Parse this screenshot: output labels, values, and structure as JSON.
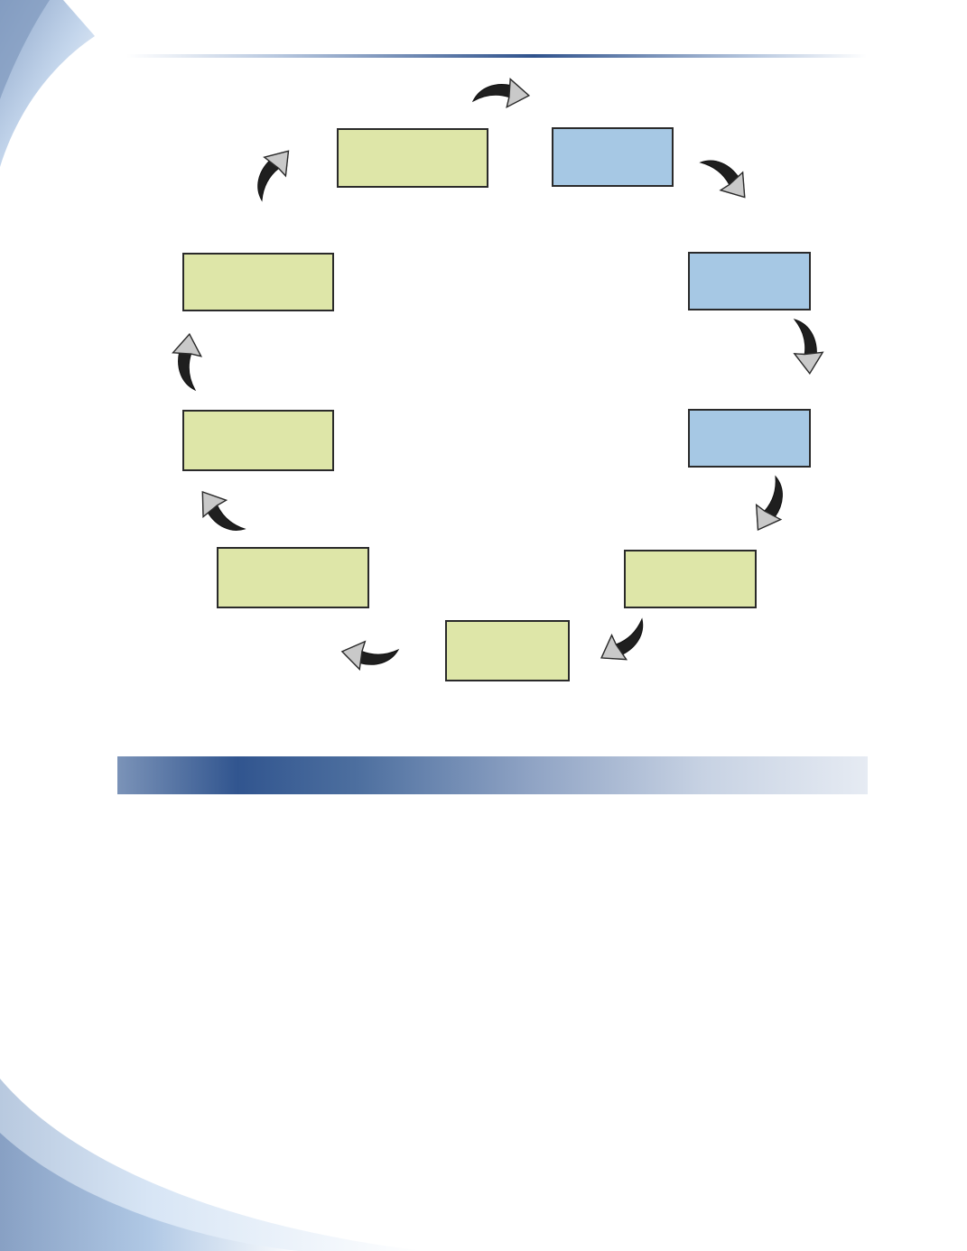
{
  "colors": {
    "box_green": "#dee6a8",
    "box_blue": "#a6c8e4",
    "arrow_body": "#1f1f1f",
    "arrow_head": "#c9c9c9",
    "accent_blue": "#2f528c",
    "swoosh_light": "#cfe0f3"
  },
  "diagram": {
    "boxes": [
      {
        "id": "box-1",
        "label": "",
        "fill": "green"
      },
      {
        "id": "box-2",
        "label": "",
        "fill": "blue"
      },
      {
        "id": "box-3",
        "label": "",
        "fill": "blue"
      },
      {
        "id": "box-4",
        "label": "",
        "fill": "blue"
      },
      {
        "id": "box-5",
        "label": "",
        "fill": "green"
      },
      {
        "id": "box-6",
        "label": "",
        "fill": "green"
      },
      {
        "id": "box-7",
        "label": "",
        "fill": "green"
      },
      {
        "id": "box-8",
        "label": "",
        "fill": "green"
      },
      {
        "id": "box-9",
        "label": "",
        "fill": "green"
      }
    ],
    "arrow_count": 9,
    "flow_direction": "clockwise"
  },
  "section_bar": {
    "title": ""
  }
}
